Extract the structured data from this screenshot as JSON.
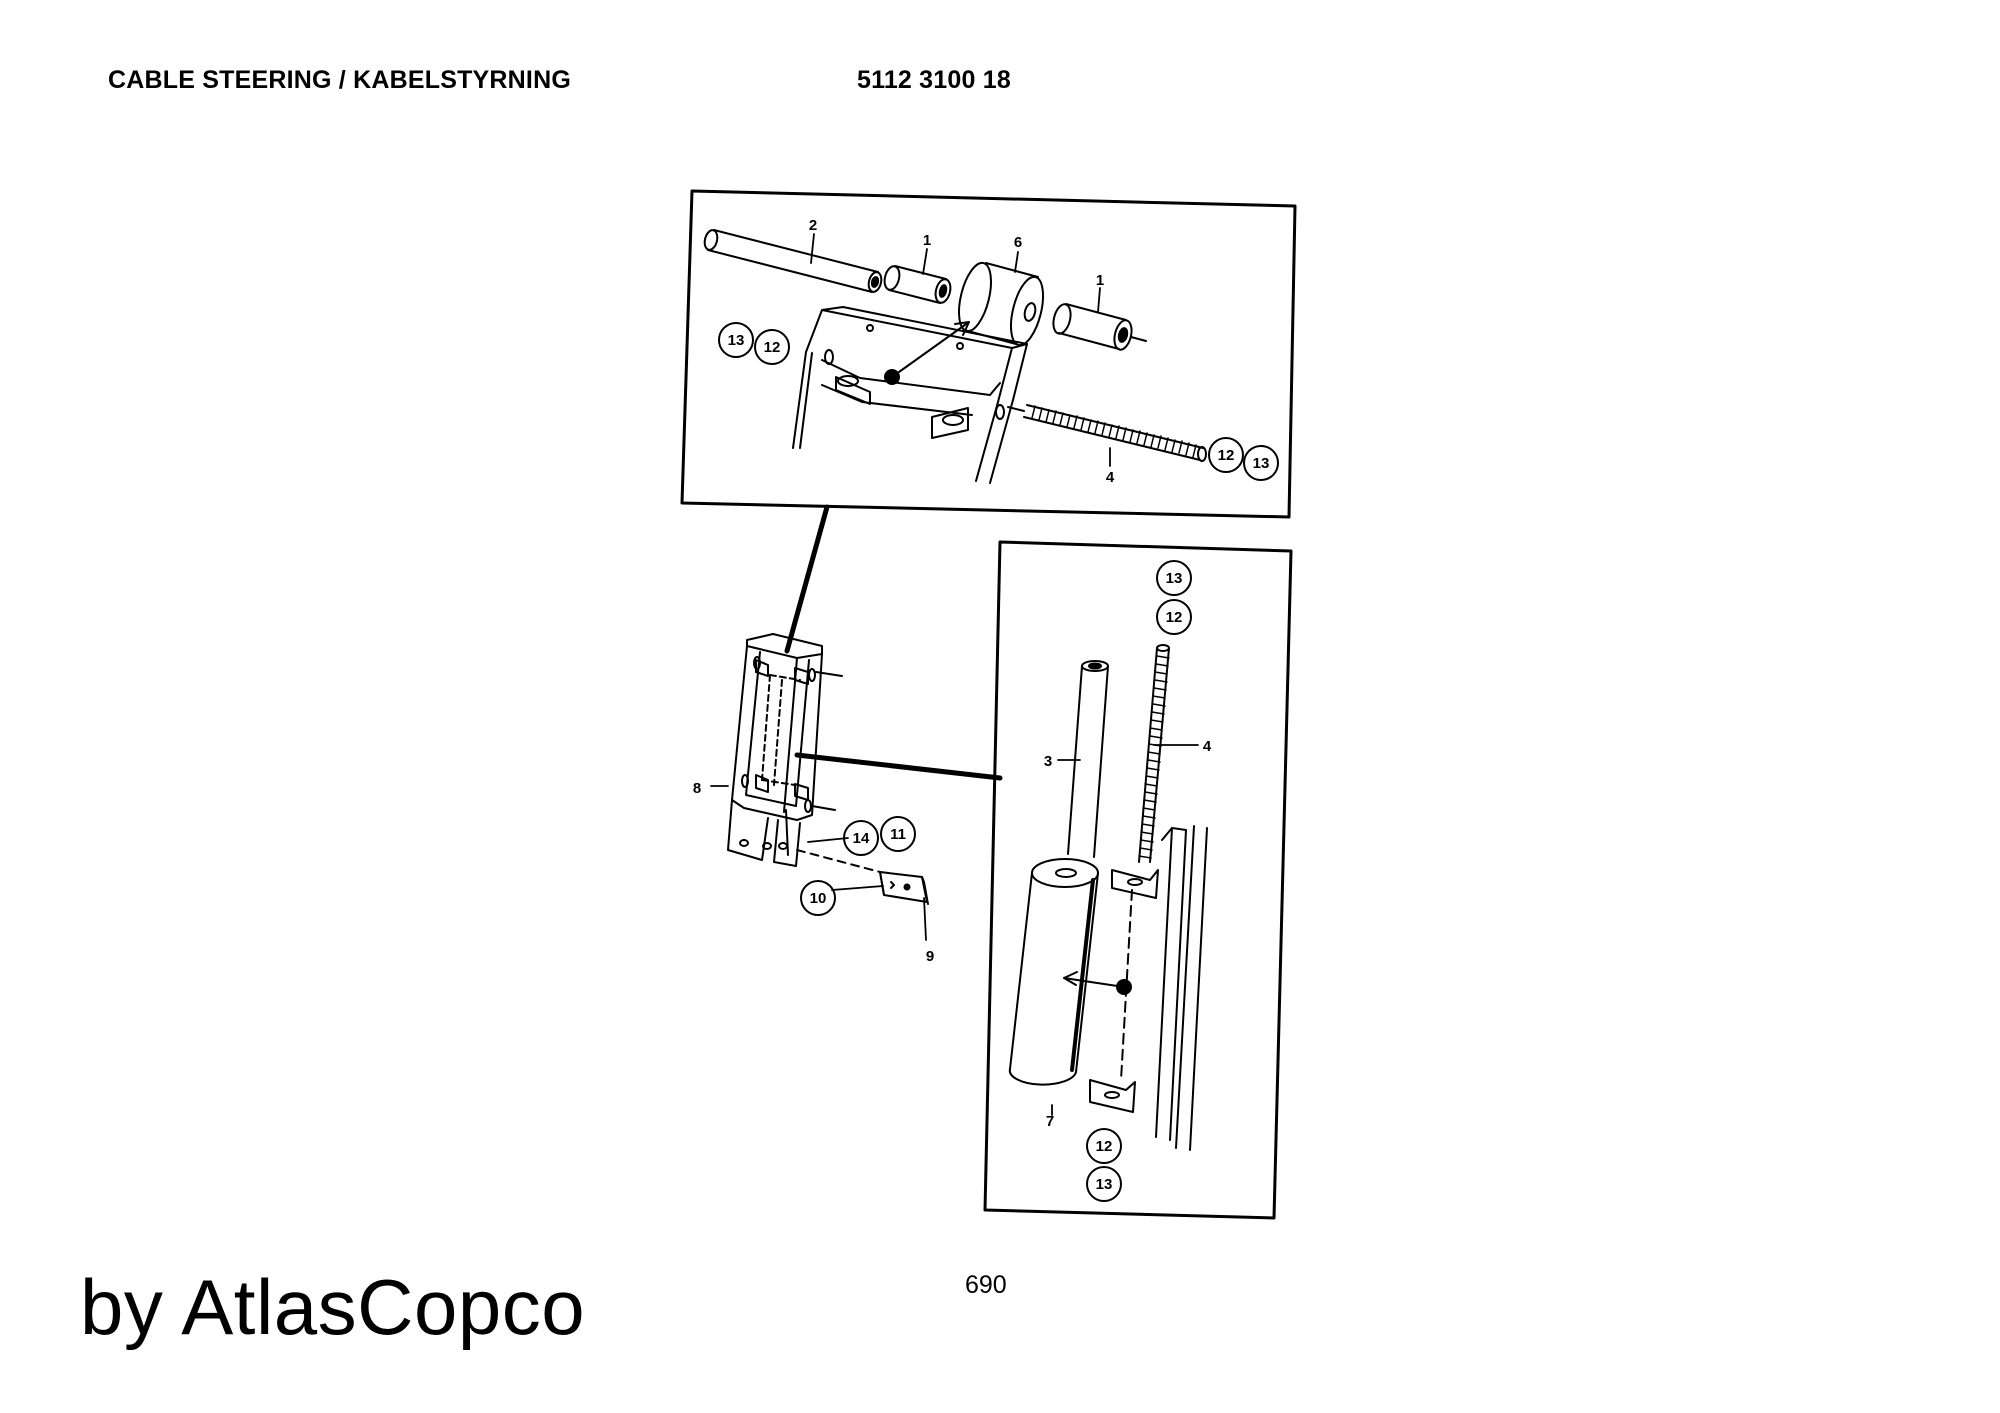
{
  "header": {
    "title": "CABLE STEERING / KABELSTYRNING",
    "part_number": "5112 3100 18"
  },
  "footer": {
    "page_number": "690",
    "brand": "by AtlasCopco"
  },
  "diagram": {
    "part_labels": [
      "1",
      "2",
      "3",
      "4",
      "6",
      "7",
      "8",
      "9"
    ],
    "circled_labels": [
      "10",
      "11",
      "12",
      "13",
      "14"
    ]
  }
}
